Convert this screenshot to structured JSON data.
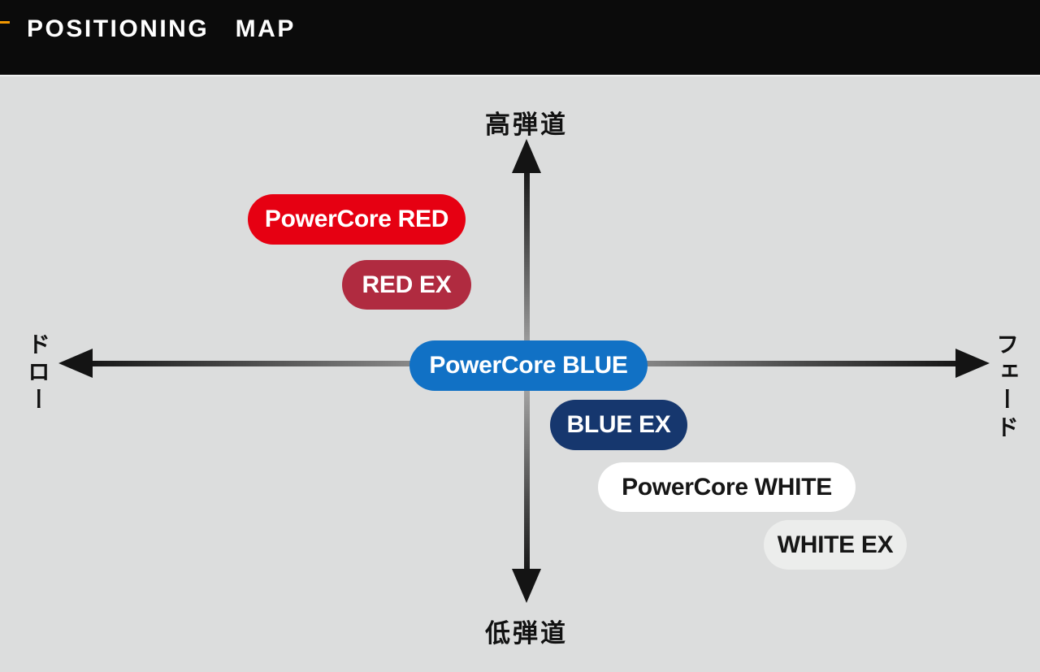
{
  "header": {
    "title": "POSITIONING　MAP",
    "accent_color": "#f39800",
    "bg_color": "#0b0b0b",
    "text_color": "#ffffff"
  },
  "map": {
    "bg_color": "#dcdddd",
    "axis_color": "#141414",
    "axes": {
      "top_label": "高弾道",
      "bottom_label": "低弾道",
      "left_label": "ドロー",
      "right_label": "フェード"
    },
    "pills": {
      "powercore_red": {
        "label": "PowerCore RED",
        "bg": "#e60012",
        "fg": "#ffffff"
      },
      "red_ex": {
        "label": "RED EX",
        "bg": "#b02b40",
        "fg": "#ffffff"
      },
      "powercore_blue": {
        "label": "PowerCore BLUE",
        "bg": "#1171c5",
        "fg": "#ffffff"
      },
      "blue_ex": {
        "label": "BLUE EX",
        "bg": "#16376e",
        "fg": "#ffffff"
      },
      "powercore_white": {
        "label": "PowerCore WHITE",
        "bg": "#ffffff",
        "fg": "#161616"
      },
      "white_ex": {
        "label": "WHITE EX",
        "bg": "#ecedec",
        "fg": "#161616"
      }
    }
  }
}
